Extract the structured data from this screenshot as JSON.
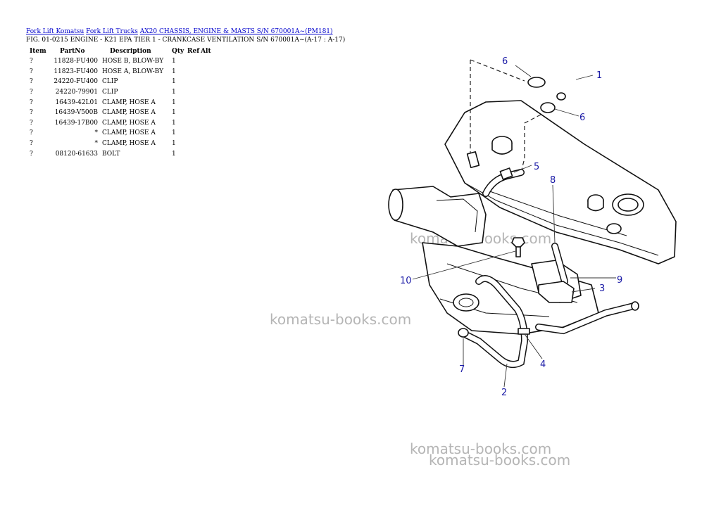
{
  "breadcrumb": {
    "links": [
      "Fork Lift Komatsu",
      "Fork Lift Trucks",
      "AX20 CHASSIS, ENGINE & MASTS S/N 670001A~(PM181)"
    ]
  },
  "figure_title": "FIG. 01-0215 ENGINE - K21 EPA TIER 1 - CRANKCASE VENTILATION S/N 670001A~(A-17 : A-17)",
  "table": {
    "headers": {
      "item": "Item",
      "partno": "PartNo",
      "description": "Description",
      "qty": "Qty",
      "ref": "Ref",
      "alt": "Alt"
    },
    "rows": [
      {
        "item": "?",
        "partno": "11828-FU400",
        "description": "HOSE B, BLOW-BY",
        "qty": "1"
      },
      {
        "item": "?",
        "partno": "11823-FU400",
        "description": "HOSE A, BLOW-BY",
        "qty": "1"
      },
      {
        "item": "?",
        "partno": "24220-FU400",
        "description": "CLIP",
        "qty": "1"
      },
      {
        "item": "?",
        "partno": "24220-79901",
        "description": "CLIP",
        "qty": "1"
      },
      {
        "item": "?",
        "partno": "16439-42L01",
        "description": "CLAMP, HOSE A",
        "qty": "1"
      },
      {
        "item": "?",
        "partno": "16439-V500B",
        "description": "CLAMP, HOSE A",
        "qty": "1"
      },
      {
        "item": "?",
        "partno": "16439-17B00",
        "description": "CLAMP, HOSE A",
        "qty": "1"
      },
      {
        "item": "?",
        "partno": "*",
        "description": "CLAMP, HOSE A",
        "qty": "1"
      },
      {
        "item": "?",
        "partno": "*",
        "description": "CLAMP, HOSE A",
        "qty": "1"
      },
      {
        "item": "?",
        "partno": "08120-61633",
        "description": "BOLT",
        "qty": "1"
      }
    ]
  },
  "diagram": {
    "callouts": [
      "1",
      "2",
      "3",
      "4",
      "5",
      "6",
      "6",
      "7",
      "8",
      "9",
      "10"
    ],
    "callout_color": "#1a1aa6"
  },
  "watermarks": [
    "komatsu-books.com",
    "komatsu-books.com",
    "komatsu-books.com",
    "komatsu-books.com"
  ]
}
